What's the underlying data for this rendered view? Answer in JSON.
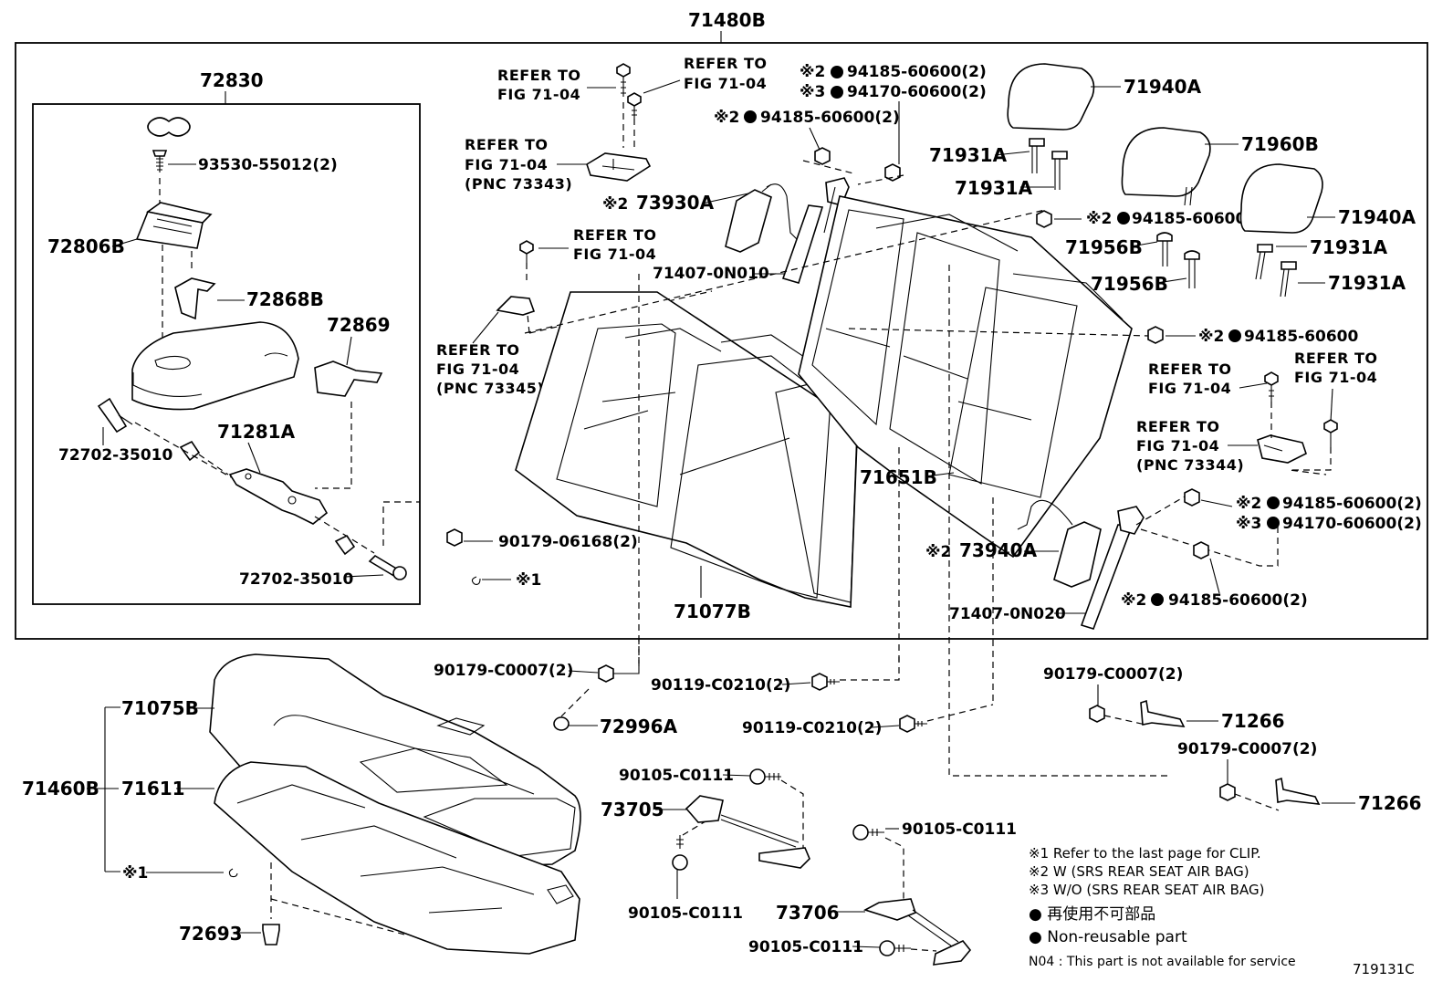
{
  "assembly": {
    "main": "71480B",
    "armrest": "72830",
    "cushion_group": "71460B"
  },
  "parts": {
    "p93530": "93530-55012(2)",
    "p72806B": "72806B",
    "p72868B": "72868B",
    "p72869": "72869",
    "p71281A": "71281A",
    "p72702a": "72702-35010",
    "p72702b": "72702-35010",
    "p90179_06168": "90179-06168(2)",
    "clip_note": "※1",
    "p73930A": "73930A",
    "p73930A_mark": "※2",
    "p71407a": "71407-0N010",
    "p71407b": "71407-0N020",
    "p71077B": "71077B",
    "p71651B": "71651B",
    "p73940A": "73940A",
    "p73940A_mark": "※2",
    "p71940A_1": "71940A",
    "p71940A_2": "71940A",
    "p71960B": "71960B",
    "p71931A_1": "71931A",
    "p71931A_2": "71931A",
    "p71931A_3": "71931A",
    "p71931A_4": "71931A",
    "p71956B_1": "71956B",
    "p71956B_2": "71956B",
    "p94185_top_a": "94185-60600(2)",
    "p94170_top": "94170-60600(2)",
    "p94185_top_b": "94185-60600(2)",
    "p94185_mid_a": "94185-60600",
    "p94185_mid_b": "94185-60600",
    "p94185_low_a": "94185-60600(2)",
    "p94170_low": "94170-60600(2)",
    "p94185_low_b": "94185-60600(2)",
    "mark2": "※2",
    "mark3": "※3",
    "p90179_C0007_a": "90179-C0007(2)",
    "p90179_C0007_b": "90179-C0007(2)",
    "p90179_C0007_c": "90179-C0007(2)",
    "p90119_a": "90119-C0210(2)",
    "p90119_b": "90119-C0210(2)",
    "p72996A": "72996A",
    "p71266_a": "71266",
    "p71266_b": "71266",
    "p71075B": "71075B",
    "p71611": "71611",
    "p72693": "72693",
    "p90105_a": "90105-C0111",
    "p90105_b": "90105-C0111",
    "p90105_c": "90105-C0111",
    "p90105_d": "90105-C0111",
    "p73705": "73705",
    "p73706": "73706",
    "cushion_clip_mark": "※1"
  },
  "refs": {
    "r1": [
      "REFER TO",
      "FIG 71-04"
    ],
    "r2": [
      "REFER TO",
      "FIG 71-04"
    ],
    "r3": [
      "REFER TO",
      "FIG 71-04",
      "(PNC 73343)"
    ],
    "r4": [
      "REFER TO",
      "FIG 71-04"
    ],
    "r5": [
      "REFER TO",
      "FIG 71-04",
      "(PNC 73345)"
    ],
    "r6": [
      "REFER TO",
      "FIG 71-04"
    ],
    "r7": [
      "REFER TO",
      "FIG 71-04"
    ],
    "r8": [
      "REFER TO",
      "FIG 71-04",
      "(PNC 73344)"
    ]
  },
  "legend": {
    "n1": "※1  Refer to the last page for CLIP.",
    "n2": "※2  W (SRS  REAR  SEAT  AIR  BAG)",
    "n3": "※3  W/O (SRS  REAR  SEAT  AIR  BAG)",
    "n4": "● 再使用不可部品",
    "n5": "● Non-reusable part",
    "n6": "N04 : This part is not available for service"
  },
  "figure_id": "719131C"
}
